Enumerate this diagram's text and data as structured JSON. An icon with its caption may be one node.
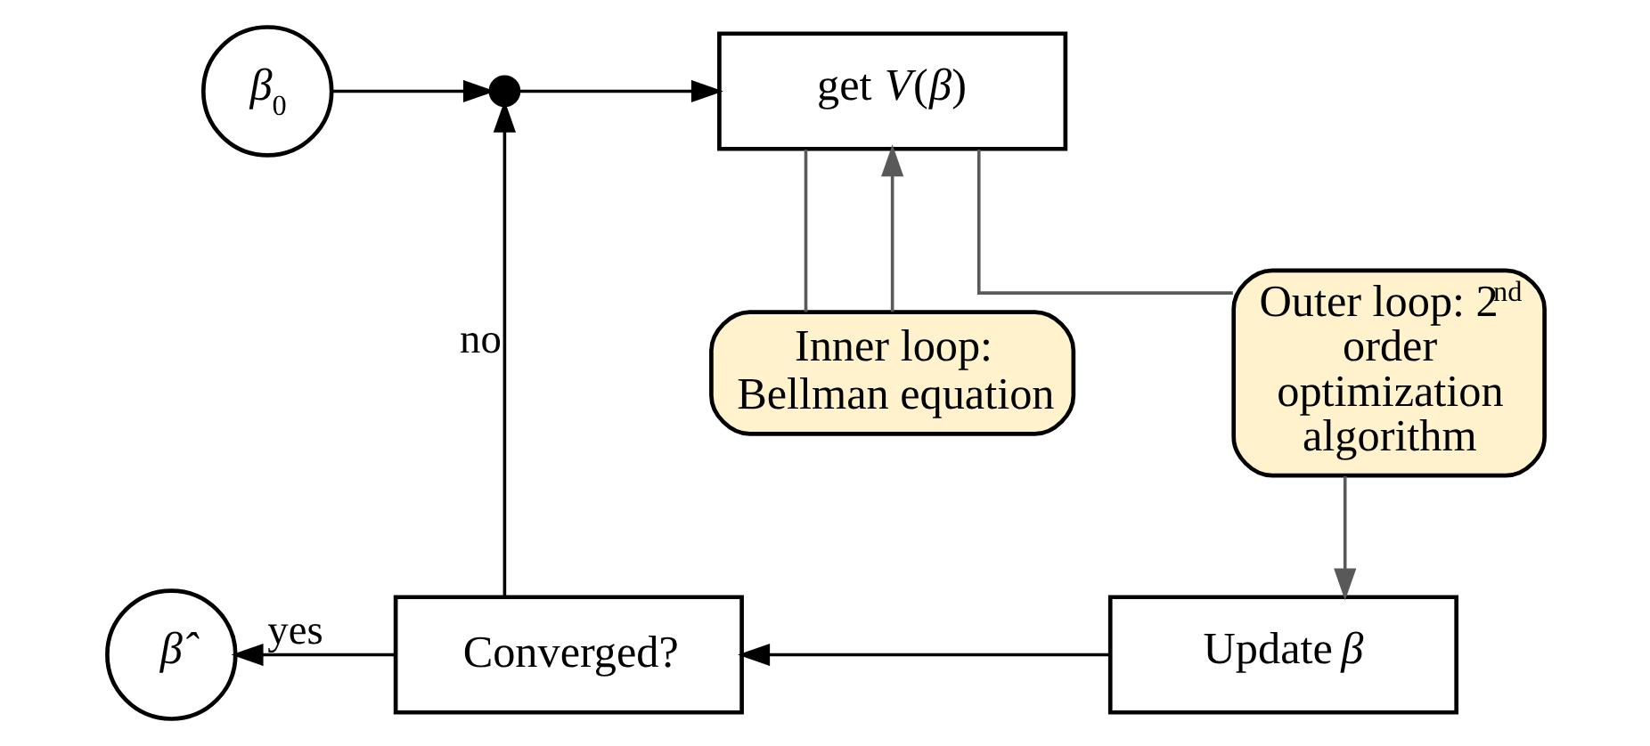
{
  "diagram": {
    "nodes": [
      {
        "text": [
          "*β*$_{0}$"
        ]
      },
      {
        "text": [],
        "shape": "dot"
      },
      {
        "text": [
          "get *V*(*β*)"
        ]
      },
      {
        "text": [
          "Inner loop: Bellman equation"
        ]
      },
      {
        "text": [
          "Outer loop: 2$^{nd}$ order optimization algorithm"
        ]
      },
      {
        "text": [
          "Update *β*"
        ]
      },
      {
        "text": [
          "Converged?"
        ]
      },
      {
        "text": [
          "*β̂*"
        ]
      }
    ],
    "edges": [
      {
        "from": 0,
        "to": 1,
        "arrow": "to"
      },
      {
        "from": 1,
        "to": 2,
        "arrow": "to"
      },
      {
        "from": 2,
        "to": 3,
        "arrow": "none",
        "color": "#595959"
      },
      {
        "from": 3,
        "to": 2,
        "arrow": "to",
        "color": "#595959"
      },
      {
        "from": 2,
        "to": 4,
        "arrow": "none",
        "color": "#595959"
      },
      {
        "from": 4,
        "to": 5,
        "arrow": "to",
        "color": "#595959"
      },
      {
        "from": 5,
        "to": 6,
        "arrow": "to"
      },
      {
        "from": 6,
        "to": 7,
        "arrow": "to",
        "label": "yes"
      },
      {
        "from": 6,
        "to": 1,
        "arrow": "to",
        "label": "no"
      }
    ]
  }
}
